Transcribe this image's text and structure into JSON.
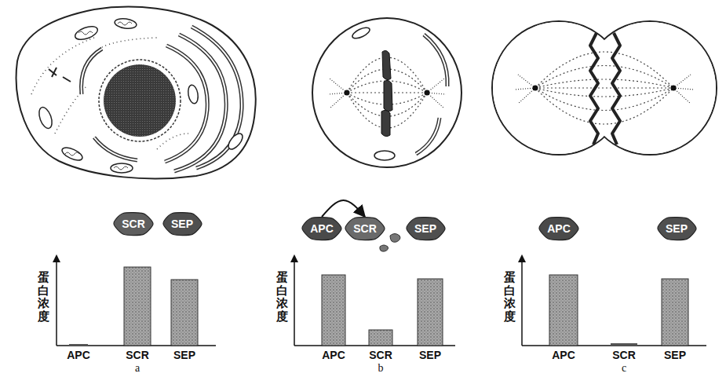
{
  "diagram": {
    "nodes": [
      {
        "text": [
          "SCR"
        ]
      },
      {
        "text": [
          "SEP"
        ]
      },
      {
        "text": [
          "APC"
        ]
      },
      {
        "text": [
          "SCR"
        ]
      },
      {
        "text": [
          "SEP"
        ]
      },
      {
        "text": [
          "APC"
        ]
      },
      {
        "text": [
          "SEP"
        ]
      }
    ],
    "edges": [
      {
        "from": 2,
        "to": 3,
        "arrow": "to"
      }
    ],
    "labels": [
      "蛋白浓度",
      "APC",
      "SCR",
      "SEP",
      "a",
      "蛋白浓度",
      "APC",
      "SCR",
      "SEP",
      "b",
      "蛋白浓度",
      "APC",
      "SCR",
      "SEP",
      "c"
    ]
  }
}
